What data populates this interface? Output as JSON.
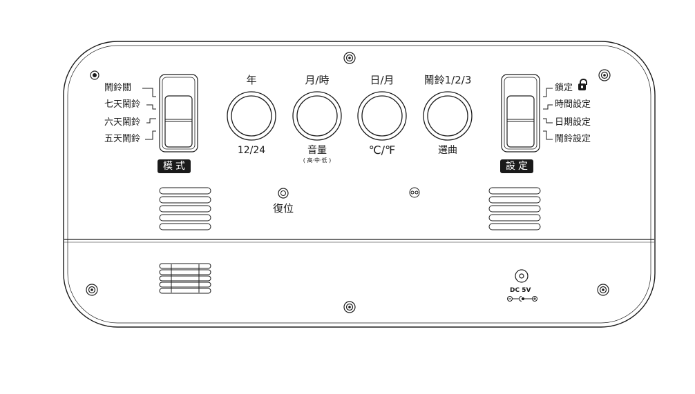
{
  "mode_switch": {
    "positions": [
      "鬧鈴關",
      "七天鬧鈴",
      "六天鬧鈴",
      "五天鬧鈴"
    ],
    "label": "模式"
  },
  "set_switch": {
    "positions": [
      "鎖定",
      "時間設定",
      "日期設定",
      "鬧鈴設定"
    ],
    "label": "設定"
  },
  "buttons": [
    {
      "top": "年",
      "bottom": "12/24",
      "sub": ""
    },
    {
      "top": "月/時",
      "bottom": "音量",
      "sub": "( 高‧中‧低 )"
    },
    {
      "top": "日/月",
      "bottom": "℃/℉",
      "sub": ""
    },
    {
      "top": "鬧鈴1/2/3",
      "bottom": "選曲",
      "sub": ""
    }
  ],
  "reset_label": "復位",
  "power_label": "DC 5V",
  "icons": [
    "screw-icon",
    "lock-icon",
    "dc-polarity-icon",
    "reset-hole-icon"
  ]
}
